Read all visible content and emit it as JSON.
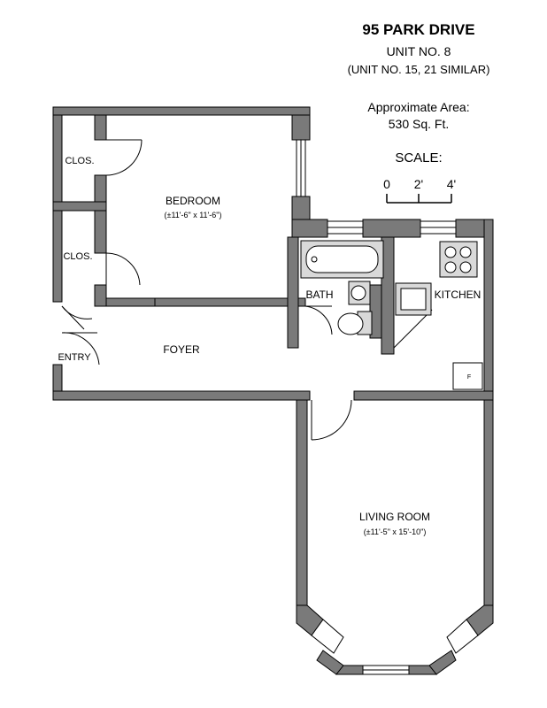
{
  "header": {
    "title": "95 PARK DRIVE",
    "unit": "UNIT NO. 8",
    "similar": "(UNIT NO. 15, 21 SIMILAR)",
    "area_label": "Approximate Area:",
    "area_value": "530 Sq. Ft."
  },
  "scale": {
    "label": "SCALE:",
    "ticks": [
      "0",
      "2'",
      "4'"
    ]
  },
  "rooms": {
    "closet_top": "CLOS.",
    "closet_bottom": "CLOS.",
    "bedroom": "BEDROOM",
    "bedroom_dims": "(±11'-6\" x 11'-6\")",
    "bath": "BATH",
    "kitchen": "KITCHEN",
    "entry": "ENTRY",
    "foyer": "FOYER",
    "living_room": "LIVING ROOM",
    "living_dims": "(±11'-5\" x 15'-10\")",
    "appliance_mark": "F"
  },
  "colors": {
    "wall_fill": "#7a7a7a",
    "wall_stroke": "#000000",
    "fixture_fill": "#d9d9d9",
    "background": "#ffffff"
  }
}
